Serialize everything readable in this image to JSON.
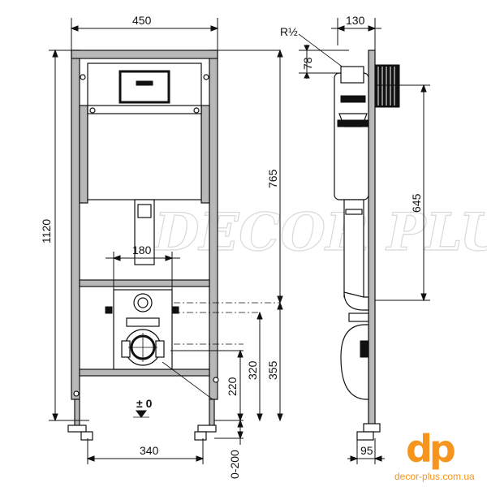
{
  "dimensions": {
    "width_total": "450",
    "depth": "130",
    "thread": "R½",
    "connection_height": "78",
    "height_total": "1120",
    "cistern_height": "765",
    "flush_pipe": "645",
    "drain_spacing": "180",
    "height_355": "355",
    "height_320": "320",
    "height_220": "220",
    "zero_level": "± 0",
    "foot_spacing": "340",
    "adjust_range": "0-200",
    "offset_95": "95"
  },
  "watermark": "DECOR PLUS",
  "logo": {
    "mark": "dp",
    "url": "decor-plus.com.ua"
  },
  "colors": {
    "frame": "#b8b8b8",
    "brand": "#f7941d",
    "line": "#111111"
  }
}
